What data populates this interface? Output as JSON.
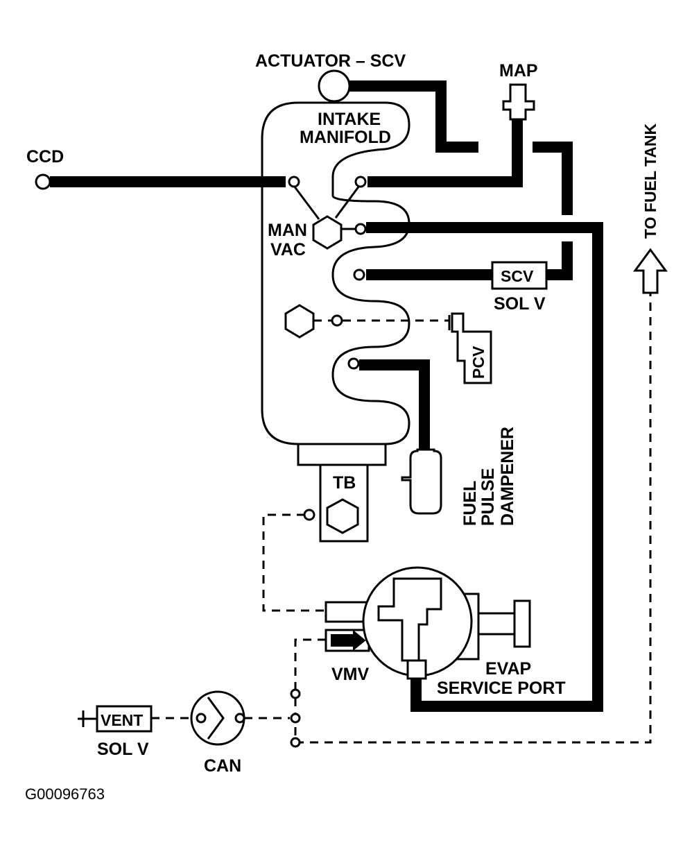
{
  "labels": {
    "actuator_scv": "ACTUATOR – SCV",
    "map": "MAP",
    "intake_line1": "INTAKE",
    "intake_line2": "MANIFOLD",
    "ccd": "CCD",
    "man": "MAN",
    "vac": "VAC",
    "scv": "SCV",
    "sol_v_scv": "SOL V",
    "pcv": "PCV",
    "to_fuel_tank": "TO FUEL TANK",
    "tb": "TB",
    "fuel": "FUEL",
    "pulse": "PULSE",
    "dampener": "DAMPENER",
    "vmv": "VMV",
    "evap": "EVAP",
    "service_port": "SERVICE PORT",
    "vent": "VENT",
    "sol_v_vent": "SOL V",
    "can": "CAN",
    "figure_code": "G00096763"
  }
}
